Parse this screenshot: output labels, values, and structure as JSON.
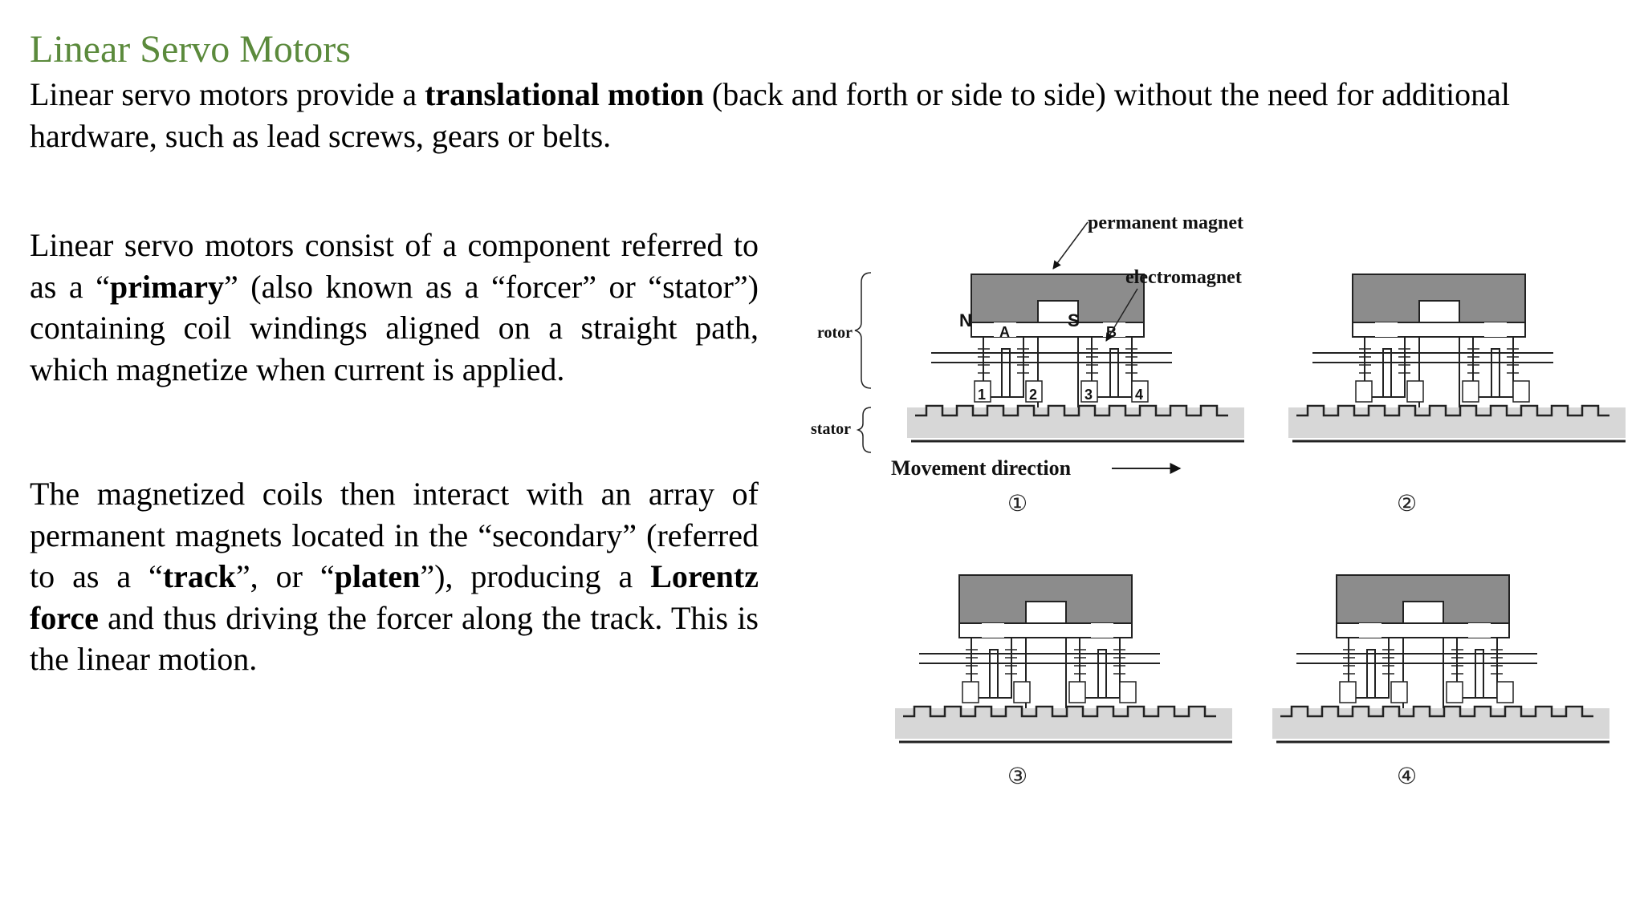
{
  "title": "Linear Servo Motors",
  "colors": {
    "title": "#5b8a3c",
    "text": "#000000",
    "magnet": "#8c8c8c",
    "stator": "#d7d7d7"
  },
  "intro": {
    "pre": "Linear servo motors provide a ",
    "bold": "translational motion",
    "post": " (back and forth or side to  side) without the need for additional hardware, such as lead screws,  gears or belts."
  },
  "para1": {
    "t1": "Linear servo motors consist of a component referred to as a “",
    "b1": "primary",
    "t2": "” (also known as a “forcer” or “stator”) containing coil windings aligned on a straight path, which  magnetize when current is applied."
  },
  "para2": {
    "t1": "The magnetized coils then interact  with an array of permanent magnets located in the “secondary” (referred  to as a “",
    "b1": "track",
    "t2": "”, or “",
    "b2": "platen",
    "t3": "”), producing a ",
    "b3": "Lorentz force",
    "t4": " and thus  driving the forcer along the track. This is the linear motion."
  },
  "diagram": {
    "labels": {
      "permanent_magnet": "permanent magnet",
      "electromagnet": "electromagnet",
      "rotor": "rotor",
      "stator": "stator",
      "movement": "Movement direction"
    },
    "pole_labels": [
      "N",
      "S",
      "A",
      "B"
    ],
    "coil_numbers": [
      "1",
      "2",
      "3",
      "4"
    ],
    "panel_captions": [
      "①",
      "②",
      "③",
      "④"
    ]
  }
}
